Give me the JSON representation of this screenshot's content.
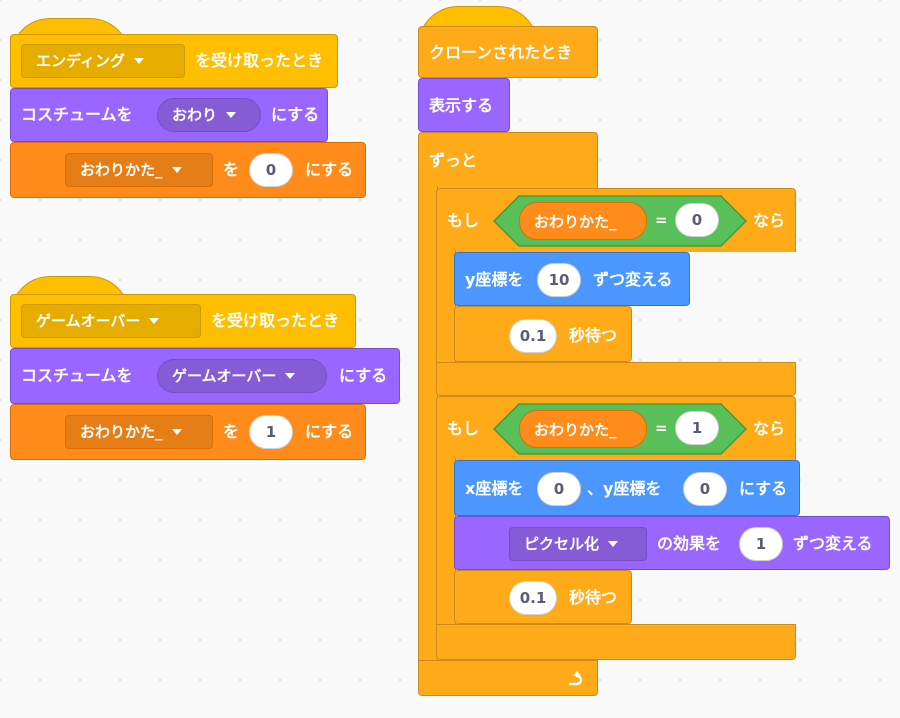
{
  "script1": {
    "hat_message": "エンディング",
    "hat_suffix": "を受け取ったとき",
    "costume_prefix": "コスチュームを",
    "costume_value": "おわり",
    "costume_suffix": "にする",
    "var_name": "おわりかた_",
    "set_mid": "を",
    "set_value": "0",
    "set_suffix": "にする"
  },
  "script2": {
    "hat_message": "ゲームオーバー",
    "hat_suffix": "を受け取ったとき",
    "costume_prefix": "コスチュームを",
    "costume_value": "ゲームオーバー",
    "costume_suffix": "にする",
    "var_name": "おわりかた_",
    "set_mid": "を",
    "set_value": "1",
    "set_suffix": "にする"
  },
  "script3": {
    "hat_label": "クローンされたとき",
    "show_label": "表示する",
    "forever_label": "ずっと",
    "if1": {
      "if_label": "もし",
      "var_name": "おわりかた_",
      "eq": "=",
      "compare_value": "0",
      "then_label": "なら",
      "change_y_prefix": "y座標を",
      "change_y_value": "10",
      "change_y_suffix": "ずつ変える",
      "wait_value": "0.1",
      "wait_suffix": "秒待つ"
    },
    "if2": {
      "if_label": "もし",
      "var_name": "おわりかた_",
      "eq": "=",
      "compare_value": "1",
      "then_label": "なら",
      "goto_x_prefix": "x座標を",
      "goto_x_value": "0",
      "goto_y_prefix": "、y座標を",
      "goto_y_value": "0",
      "goto_suffix": "にする",
      "effect_name": "ピクセル化",
      "effect_mid": "の効果を",
      "effect_value": "1",
      "effect_suffix": "ずつ変える",
      "wait_value": "0.1",
      "wait_suffix": "秒待つ"
    }
  },
  "colors": {
    "events": "#ffbf00",
    "control": "#ffab19",
    "looks": "#9966ff",
    "variables": "#ff8c1a",
    "motion": "#4c97ff",
    "operators": "#59c059",
    "canvas": "#f9f9f9"
  }
}
